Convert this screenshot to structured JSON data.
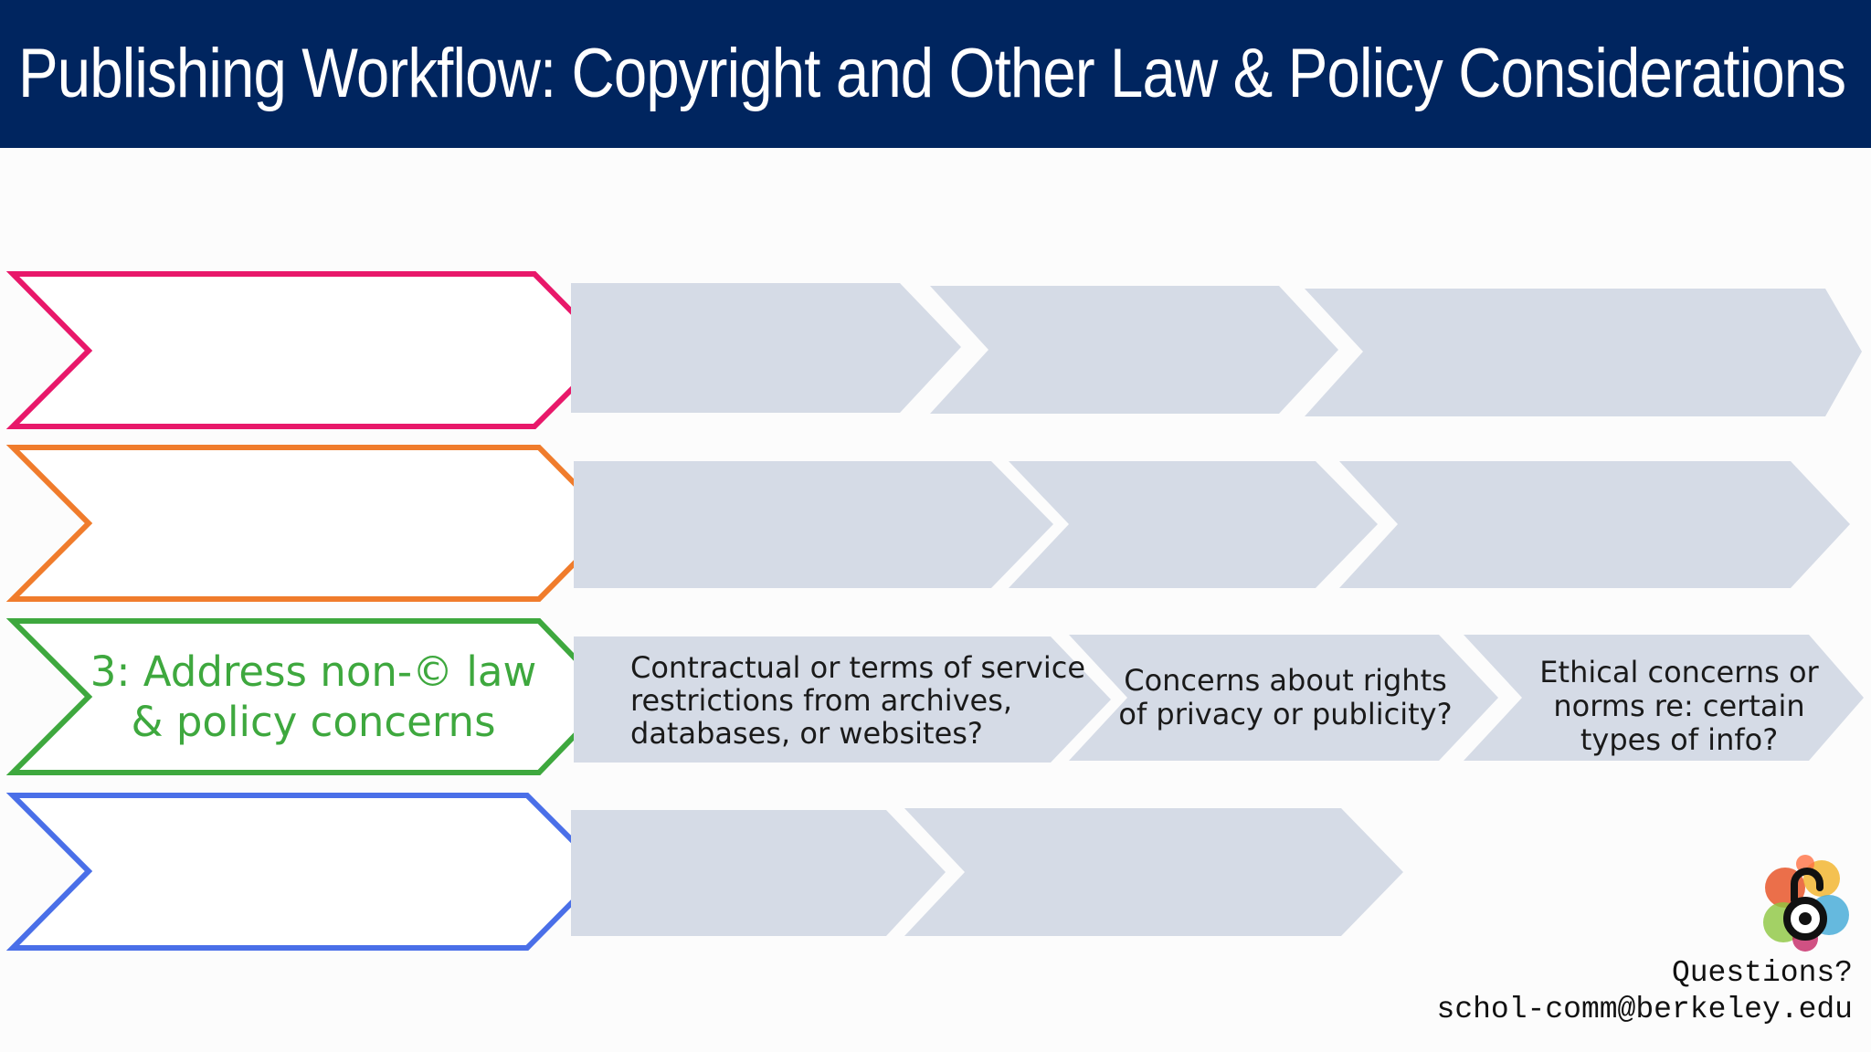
{
  "slide": {
    "title": "Publishing Workflow: Copyright and Other Law & Policy Considerations"
  },
  "colors": {
    "header_bg": "#00255f",
    "title_text": "#ffffff",
    "step_fill": "#d5dbe6",
    "row1_outline": "#e8186a",
    "row2_outline": "#f07c2c",
    "row3_outline": "#3ea83e",
    "row4_outline": "#4a6fe8",
    "active_text": "#3ea83e"
  },
  "rows": [
    {
      "color": "row1_outline",
      "label": [],
      "steps": [
        {
          "lines": []
        },
        {
          "lines": []
        },
        {
          "lines": []
        }
      ]
    },
    {
      "color": "row2_outline",
      "label": [],
      "steps": [
        {
          "lines": []
        },
        {
          "lines": []
        },
        {
          "lines": []
        }
      ]
    },
    {
      "color": "row3_outline",
      "label": [
        "3: Address non-© law",
        "& policy concerns"
      ],
      "steps": [
        {
          "lines": [
            "Contractual or terms of service",
            "restrictions from archives,",
            "databases, or websites?"
          ]
        },
        {
          "lines": [
            "Concerns about rights",
            "of privacy or publicity?"
          ]
        },
        {
          "lines": [
            "Ethical concerns or",
            "norms re: certain",
            "types of info?"
          ]
        }
      ]
    },
    {
      "color": "row4_outline",
      "label": [],
      "steps": [
        {
          "lines": []
        },
        {
          "lines": []
        }
      ]
    }
  ],
  "contact": {
    "question": "Questions?",
    "email": "schol-comm@berkeley.edu"
  },
  "logo": {
    "icon": "open-access-icon"
  }
}
